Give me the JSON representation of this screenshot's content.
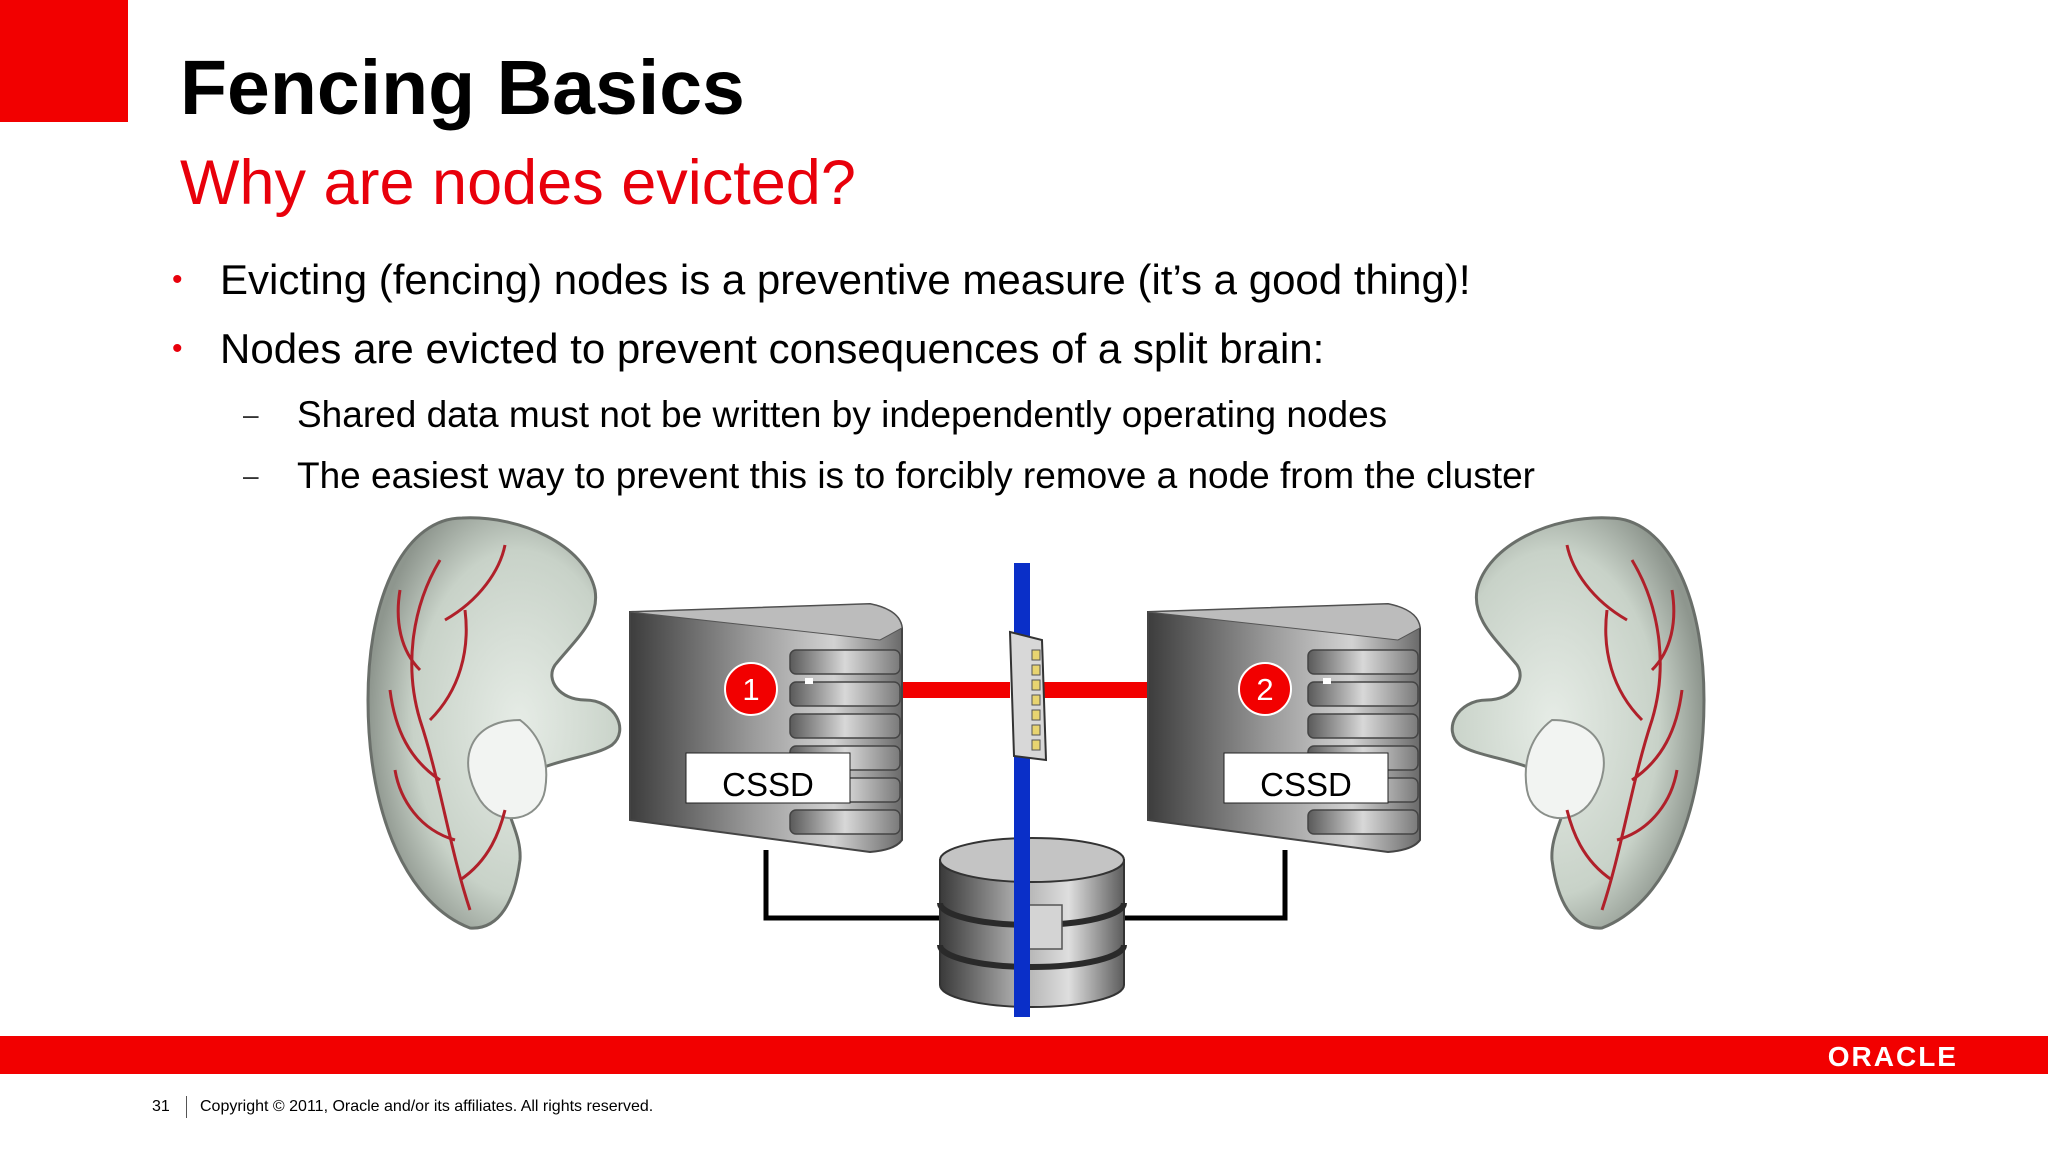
{
  "slide": {
    "title": "Fencing Basics",
    "subtitle": "Why are nodes evicted?"
  },
  "bullets": {
    "marker": "•",
    "sub_marker": "–",
    "items": [
      {
        "text": "Evicting (fencing) nodes is a preventive measure (it’s a good thing)!"
      },
      {
        "text": "Nodes are evicted to prevent consequences of a split brain:",
        "children": [
          {
            "text": "Shared data must not be written by independently operating nodes"
          },
          {
            "text": "The easiest way to prevent this is to forcibly remove a node from the cluster"
          }
        ]
      }
    ]
  },
  "diagram": {
    "nodes": [
      {
        "badge": "1",
        "label": "CSSD"
      },
      {
        "badge": "2",
        "label": "CSSD"
      }
    ]
  },
  "footer": {
    "page_number": "31",
    "copyright": "Copyright © 2011, Oracle and/or its affiliates. All rights reserved.",
    "logo_text": "ORACLE"
  },
  "colors": {
    "brand_red": "#f20000",
    "accent_red": "#e8000b",
    "divider_blue": "#0a2fc8",
    "vessel_red": "#b0202a"
  },
  "icons": [
    "brain-icon",
    "server-icon",
    "database-icon",
    "disk-icon"
  ]
}
